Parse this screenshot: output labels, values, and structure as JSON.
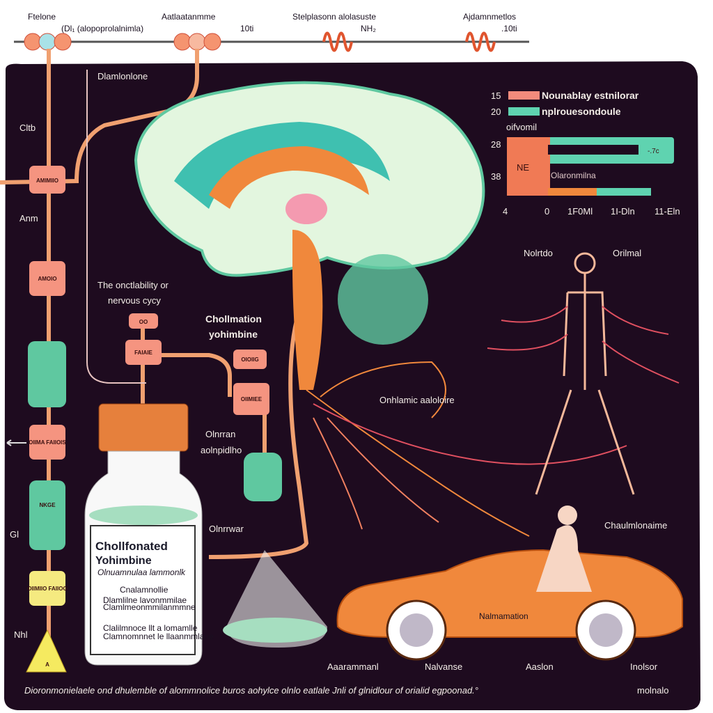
{
  "header": {
    "labels": [
      {
        "title": "Ftelone",
        "sub": "(Dl₁ (alopoprolalnimla)"
      },
      {
        "title": "Aatlaatanmme",
        "sub": "10ti"
      },
      {
        "title": "Stelplasonn alolasuste",
        "sub": "NH₂"
      },
      {
        "title": "Ajdamnmetlos",
        "sub": ".10ti"
      }
    ]
  },
  "panel_labels": {
    "top_left": "Dlamlonlone",
    "side_1": "Cltb",
    "side_2": "Anm",
    "side_3": "Gl",
    "side_4": "Nhl",
    "excitability_line1": "The onctlability or",
    "excitability_line2": "nervous cycy",
    "chol_line1": "Chollmation",
    "chol_line2": "yohimbine",
    "olnrran_line1": "Olnrran",
    "olnrran_line2": "aolnpidlho",
    "olnrrwar": "Olnrrwar",
    "onhlamic": "Onhlamic aaloloire",
    "body_left": "Nolrtdo",
    "body_right": "Orilmal",
    "chaul": "Chaulmlonaime",
    "car_text": "Nalmamation",
    "bottom_1": "Aaarammanl",
    "bottom_2": "Nalvanse",
    "bottom_3": "Aaslon",
    "bottom_4": "Inolsor"
  },
  "boxes": {
    "left_1": "AMIMIIO",
    "left_2": "AMOIO",
    "left_3": "OIIMA FAIIOIS",
    "left_4": "NKGE",
    "left_5": "OIIMIIO FAIIOO",
    "warning": "A",
    "mid_1": "OO",
    "mid_2": "FAIAIE",
    "mid_3": "OIOIIG",
    "mid_4": "OIIMIEE"
  },
  "bottle": {
    "title_line1": "Chollfonated",
    "title_line2": "Yohimbine",
    "subtitle": "Olnuamnulaa lammonlk",
    "section": "Cnalamnollie",
    "lines": [
      "Dlamlilne lavonmmilae",
      "Clamlmeonmmilanmmne",
      "Clalilmnoce llt a lomamlle",
      "Clamnomnnet le llaanmmlaue"
    ]
  },
  "chart": {
    "legend": [
      {
        "num": "15",
        "label": "Nounablay estnilorar",
        "color": "#f28b7c"
      },
      {
        "num": "20",
        "label": "nplrouesondoule",
        "color": "#5fd3b0"
      }
    ],
    "unit_label": "oifvomil",
    "row_nums": [
      "28",
      "38"
    ],
    "bar_label": "NE",
    "inner_label": "Olaronmilna",
    "value_label": "-.7c",
    "ticks": [
      "4",
      "0",
      "1F0Ml",
      "1I-Dln",
      "11-Eln"
    ],
    "orange": "#f07a55",
    "teal": "#5fd3b0"
  },
  "footer": {
    "caption": "Dioronmonielaele ond dhulemble of alommnolice buros aohylce olnlo eatlale Jnli of glnidlour of orialid egpoonad.°",
    "credit": "molnalo"
  },
  "colors": {
    "panel": "#1e0b1f",
    "brain": "#e3f6df",
    "orange": "#f0883c",
    "teal": "#3fc0b0",
    "pink": "#f28b7c"
  }
}
